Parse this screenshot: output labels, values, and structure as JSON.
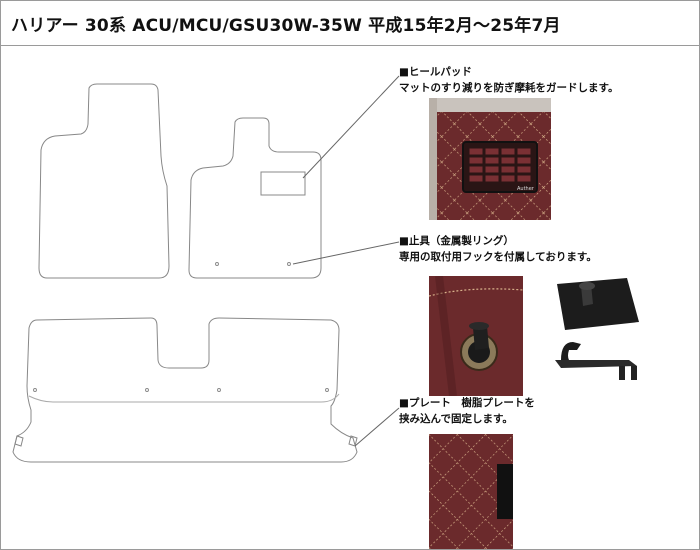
{
  "header": {
    "title": "ハリアー 30系 ACU/MCU/GSU30W-35W 平成15年2月～25年7月"
  },
  "callouts": {
    "heel_pad": {
      "title": "■ヒールパッド",
      "desc": "マットのすり減りを防ぎ摩耗をガードします。"
    },
    "fastener": {
      "title": "■止具（金属製リング）",
      "desc": "専用の取付用フックを付属しております。"
    },
    "plate": {
      "title": "■プレート　樹脂プレートを",
      "desc": "挟み込んで固定します。"
    }
  },
  "photos": {
    "heel_pad_brand": "Auther",
    "mat_color": "#6b2a2c",
    "stitch_color": "#d9b38c"
  }
}
